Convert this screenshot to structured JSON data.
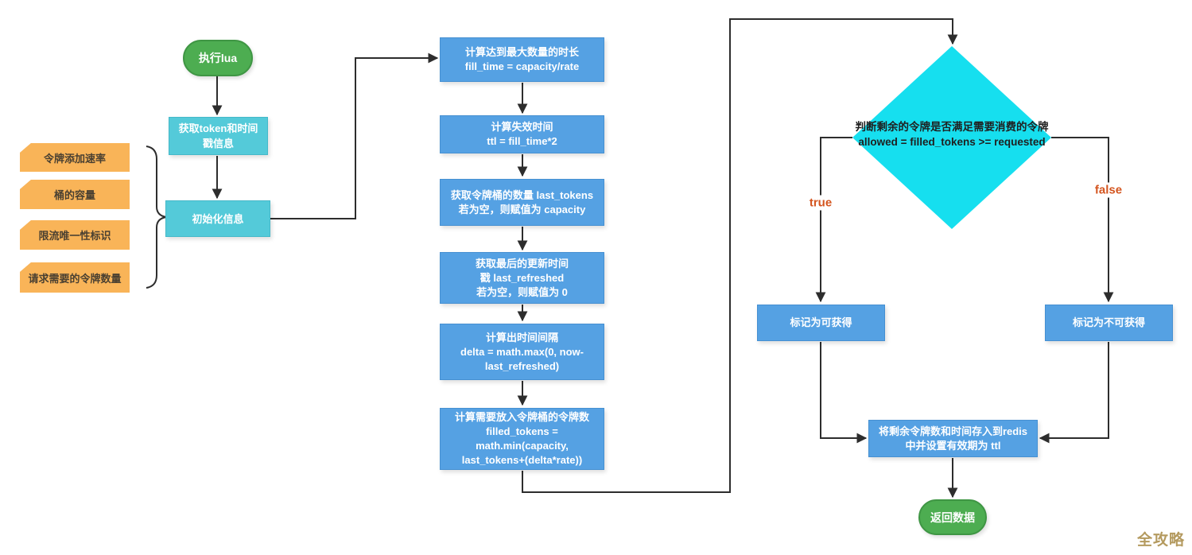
{
  "flowchart": {
    "start": {
      "label": "执行lua"
    },
    "get_token": {
      "label": "获取token和时间\n戳信息"
    },
    "init_info": {
      "label": "初始化信息"
    },
    "inputs": [
      {
        "label": "令牌添加速率"
      },
      {
        "label": "桶的容量"
      },
      {
        "label": "限流唯一性标识"
      },
      {
        "label": "请求需要的令牌数量"
      }
    ],
    "steps": [
      {
        "label": "计算达到最大数量的时长\nfill_time = capacity/rate"
      },
      {
        "label": "计算失效时间\nttl = fill_time*2"
      },
      {
        "label": "获取令牌桶的数量 last_tokens\n若为空，则赋值为 capacity"
      },
      {
        "label": "获取最后的更新时间\n戳 last_refreshed\n若为空，则赋值为 0"
      },
      {
        "label": "计算出时间间隔\ndelta = math.max(0, now-\nlast_refreshed)"
      },
      {
        "label": "计算需要放入令牌桶的令牌数\nfilled_tokens =\nmath.min(capacity,\nlast_tokens+(delta*rate))"
      }
    ],
    "decision": {
      "label": "判断剩余的令牌是否满足需要消费的令牌\nallowed = filled_tokens >= requested"
    },
    "branch_true": {
      "label": "true"
    },
    "branch_false": {
      "label": "false"
    },
    "mark_available": {
      "label": "标记为可获得"
    },
    "mark_unavailable": {
      "label": "标记为不可获得"
    },
    "save_redis": {
      "label": "将剩余令牌数和时间存入到redis\n中并设置有效期为 ttl"
    },
    "end": {
      "label": "返回数据"
    },
    "watermark": "全攻略"
  },
  "colors": {
    "process_blue": "#55A1E3",
    "io_cyan": "#54CAD9",
    "decision_cyan": "#16DFEF",
    "terminal_green": "#4DAD51",
    "input_orange": "#F9B458",
    "branch_label": "#D4551F",
    "connector": "#2D2D2D",
    "watermark": "#B49A5F"
  }
}
